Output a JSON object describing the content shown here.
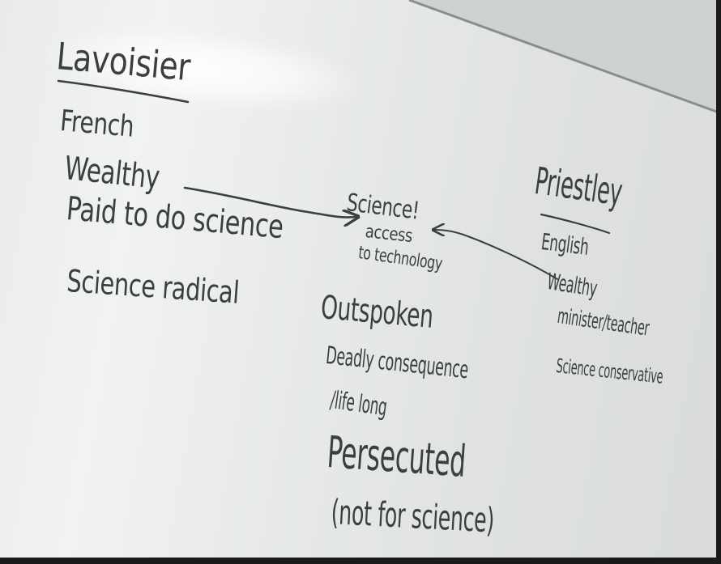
{
  "colors": {
    "board": "#e9ece9",
    "ink": "#3b3f42",
    "bezel": "#1a1a1a"
  },
  "left_column": {
    "heading": "Lavoisier",
    "items": [
      "French",
      "Wealthy",
      "Paid to do science",
      "Science radical"
    ]
  },
  "center_column": {
    "heading": "Science!",
    "sub_1": "access",
    "sub_2": "to technology",
    "items": [
      "Outspoken",
      "Deadly consequence",
      "/life long",
      "Persecuted",
      "(not for science)"
    ]
  },
  "right_column": {
    "heading": "Priestley",
    "items": [
      "English",
      "Wealthy",
      "minister/teacher",
      "Science conservative"
    ]
  }
}
